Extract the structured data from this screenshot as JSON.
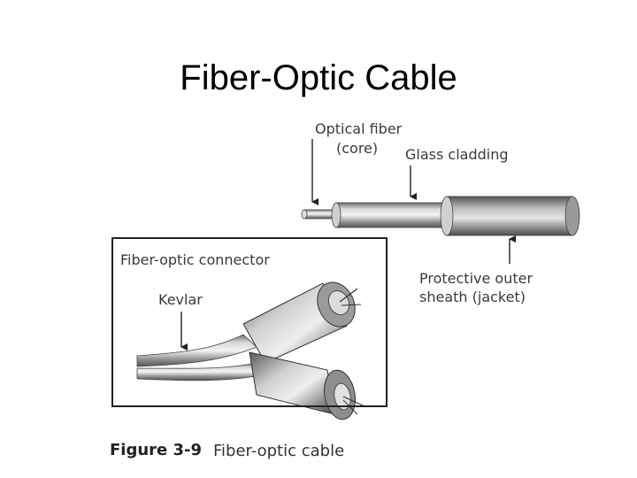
{
  "title": "Fiber-Optic Cable",
  "labels": {
    "optical_fiber_line1": "Optical fiber",
    "optical_fiber_line2": "(core)",
    "glass_cladding": "Glass cladding",
    "jacket_line1": "Protective outer",
    "jacket_line2": "sheath (jacket)",
    "connector": "Fiber-optic connector",
    "kevlar": "Kevlar"
  },
  "caption": {
    "figure": "Figure 3-9",
    "text": "Fiber-optic cable"
  }
}
